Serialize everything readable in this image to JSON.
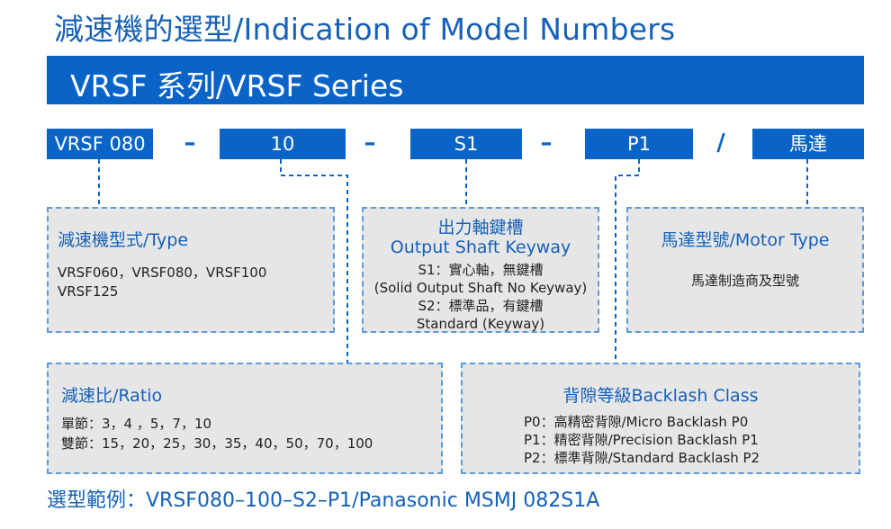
{
  "title": "減速機的選型/Indication of Model Numbers",
  "banner": "VRSF  系列/VRSF Series",
  "code": {
    "model": "VRSF 080",
    "ratio": "10",
    "shaft": "S1",
    "backlash": "P1",
    "motor": "馬達",
    "sep_dash": "–",
    "sep_slash": "/"
  },
  "panels": {
    "type": {
      "title": "減速機型式/Type",
      "lines": [
        "VRSF060，VRSF080，VRSF100",
        "VRSF125"
      ]
    },
    "shaft": {
      "title_zh": "出力軸鍵槽",
      "title_en": "Output Shaft Keyway",
      "lines": [
        "S1：實心軸，無鍵槽",
        "(Solid Output Shaft No Keyway)",
        "S2：標準品，有鍵槽",
        "Standard (Keyway)"
      ]
    },
    "motor": {
      "title": "馬達型號/Motor Type",
      "lines": [
        "馬達制造商及型號"
      ]
    },
    "ratio": {
      "title": "減速比/Ratio",
      "lines": [
        "單節：3，4 ，5，7，10",
        "雙節：15，20，25，30，35，40，50，70，100"
      ]
    },
    "backlash": {
      "title": "背隙等級Backlash Class",
      "lines": [
        "P0：高精密背隙/Micro Backlash P0",
        "P1：精密背隙/Precision Backlash P1",
        "P2：標準背隙/Standard Backlash P2"
      ]
    }
  },
  "example": "選型範例：VRSF080–100–S2–P1/Panasonic MSMJ 082S1A",
  "colors": {
    "primary": "#0a64c8",
    "title_text": "#1560b8",
    "panel_bg": "#e6e6e6",
    "dash_border": "#5b9bd8"
  }
}
